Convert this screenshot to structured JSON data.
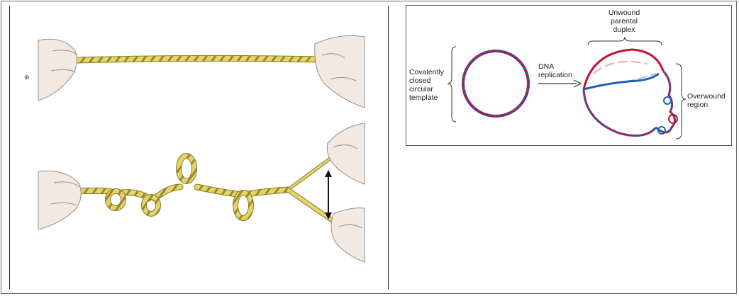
{
  "diagram": {
    "label_template": "Covalently\nclosed\ncircular\ntemplate",
    "label_replication": "DNA\nreplication",
    "label_unwound": "Unwound\nparental\nduplex",
    "label_overwound": "Overwound\nregion"
  },
  "colors": {
    "strand_red": "#c8102e",
    "strand_blue": "#1f5fb4",
    "rope_yellow": "#d9c85a",
    "rope_dark": "#8a7a2a",
    "skin": "#efe6de"
  }
}
